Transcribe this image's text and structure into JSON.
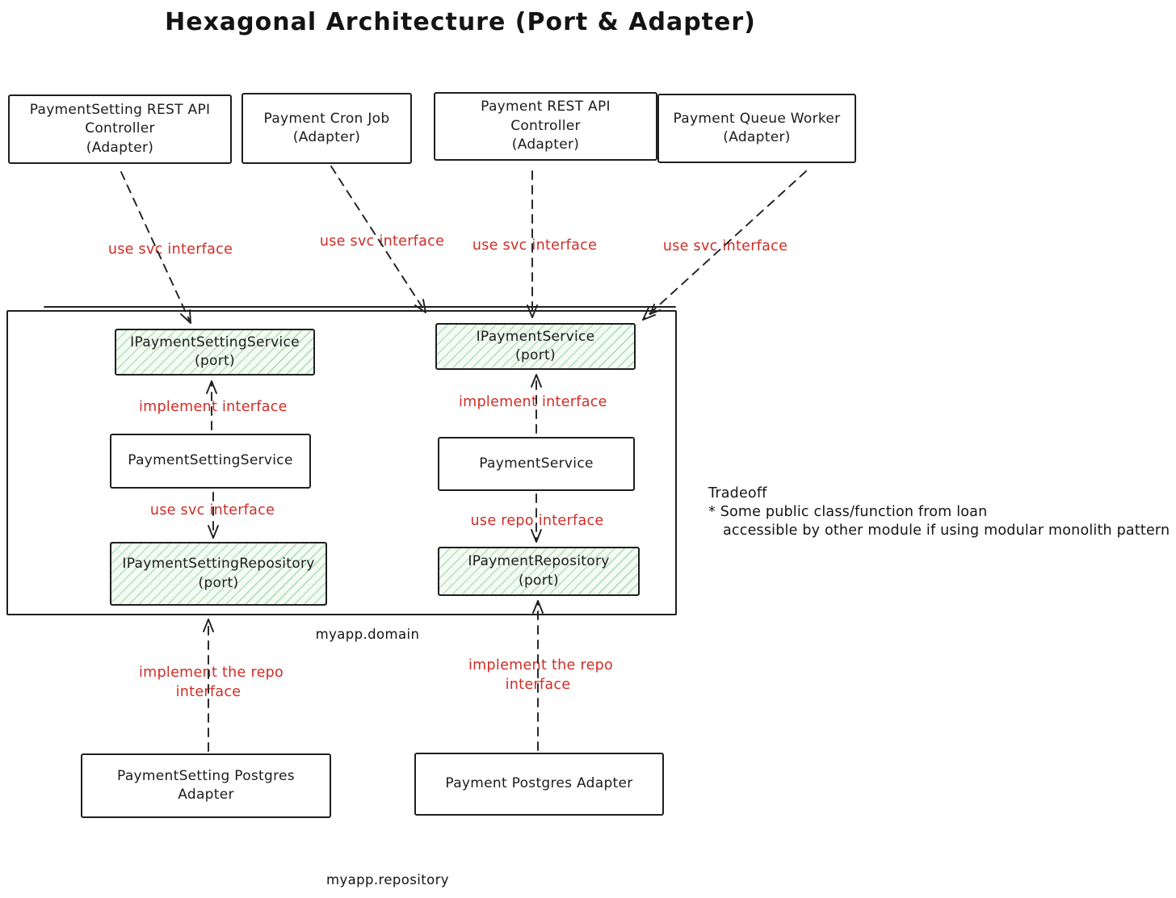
{
  "title": "Hexagonal Architecture  (Port & Adapter)",
  "colors": {
    "ink": "#1f1f1f",
    "edge_label_red": "#cf2d26",
    "port_fill": "#f3fbf3",
    "port_hatch": "#82c88c"
  },
  "boxes": {
    "adapter_setting_rest": {
      "l1": "PaymentSetting REST API",
      "l2": "Controller",
      "l3": "(Adapter)"
    },
    "adapter_cron": {
      "l1": "Payment Cron Job",
      "l2": "(Adapter)"
    },
    "adapter_payment_rest": {
      "l1": "Payment REST API",
      "l2": "Controller",
      "l3": "(Adapter)"
    },
    "adapter_queue_worker": {
      "l1": "Payment Queue Worker",
      "l2": "(Adapter)"
    },
    "port_setting_service": {
      "l1": "IPaymentSettingService",
      "l2": "(port)"
    },
    "port_payment_service": {
      "l1": "IPaymentService",
      "l2": "(port)"
    },
    "service_setting": {
      "l1": "PaymentSettingService"
    },
    "service_payment": {
      "l1": "PaymentService"
    },
    "port_setting_repository": {
      "l1": "IPaymentSettingRepository",
      "l2": "(port)"
    },
    "port_payment_repository": {
      "l1": "IPaymentRepository",
      "l2": "(port)"
    },
    "adapter_setting_postgres": {
      "l1": "PaymentSetting Postgres",
      "l2": "Adapter"
    },
    "adapter_payment_postgres": {
      "l1": "Payment Postgres Adapter"
    }
  },
  "edge_labels": {
    "use_svc_1": "use svc interface",
    "use_svc_2": "use svc interface",
    "use_svc_3": "use svc interface",
    "use_svc_4": "use svc interface",
    "implement_interface_left": "implement interface",
    "implement_interface_right": "implement interface",
    "use_svc_mid": "use svc interface",
    "use_repo_mid": "use repo interface",
    "implement_repo_left_l1": "implement the repo",
    "implement_repo_left_l2": "interface",
    "implement_repo_right_l1": "implement the repo",
    "implement_repo_right_l2": "interface"
  },
  "package_labels": {
    "domain": "myapp.domain",
    "repository": "myapp.repository"
  },
  "note": {
    "l1": "Tradeoff",
    "l2": "* Some public class/function from loan",
    "l3": "accessible by other module if using modular monolith pattern"
  }
}
